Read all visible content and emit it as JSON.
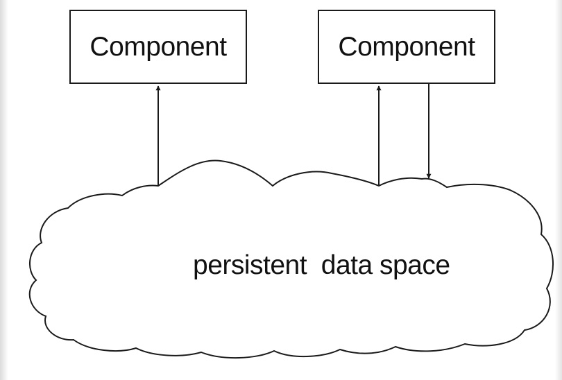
{
  "diagram": {
    "components": [
      {
        "label": "Component"
      },
      {
        "label": "Component"
      }
    ],
    "data_space": {
      "label": "persistent  data space"
    },
    "connections": [
      {
        "from": "persistent data space",
        "to": "Component (left)",
        "direction": "up"
      },
      {
        "from": "persistent data space",
        "to": "Component (right)",
        "direction": "up"
      },
      {
        "from": "Component (right)",
        "to": "persistent data space",
        "direction": "down"
      }
    ],
    "colors": {
      "stroke": "#1a1a1a",
      "background": "#ffffff"
    }
  }
}
